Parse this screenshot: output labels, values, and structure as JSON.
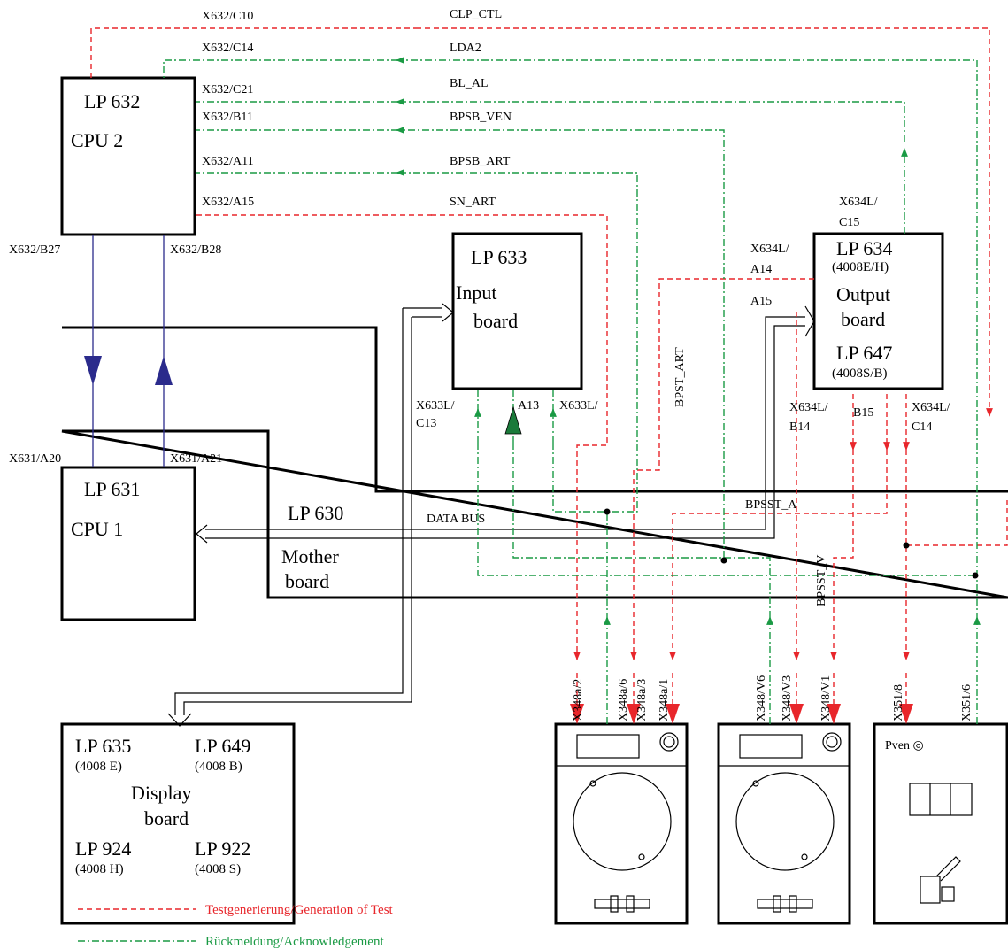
{
  "colors": {
    "test": "#e8262b",
    "ack": "#1a9a44",
    "bus": "#2b2b8c",
    "outline": "#000000"
  },
  "boards": {
    "cpu2": {
      "name": "LP 632",
      "sub": "CPU 2"
    },
    "cpu1": {
      "name": "LP 631",
      "sub": "CPU 1"
    },
    "input": {
      "name": "LP 633",
      "sub1": "Input",
      "sub2": "board"
    },
    "output": {
      "name": "LP 634",
      "code1": "(4008E/H)",
      "sub1": "Output",
      "sub2": "board",
      "name2": "LP 647",
      "code2": "(4008S/B)"
    },
    "mother": {
      "name": "LP 630",
      "sub1": "Mother",
      "sub2": "board"
    },
    "display": {
      "lp635": "LP 635",
      "c635": "(4008 E)",
      "lp649": "LP 649",
      "c649": "(4008 B)",
      "title1": "Display",
      "title2": "board",
      "lp924": "LP 924",
      "c924": "(4008 H)",
      "lp922": "LP 922",
      "c922": "(4008 S)"
    },
    "pven": {
      "name": "Pven ◎"
    }
  },
  "pins": {
    "c10": "X632/C10",
    "c14": "X632/C14",
    "c21": "X632/C21",
    "b11": "X632/B11",
    "a11": "X632/A11",
    "a15": "X632/A15",
    "b27": "X632/B27",
    "b28": "X632/B28",
    "a20": "X631/A20",
    "a21": "X631/A21",
    "x633c13a": "X633L/",
    "x633c13b": "C13",
    "a13": "A13",
    "x633b": "X633L/",
    "x634c15a": "X634L/",
    "x634c15b": "C15",
    "x634a14a": "X634L/",
    "x634a14b": "A14",
    "a15o": "A15",
    "x634b14a": "X634L/",
    "x634b14b": "B14",
    "b15": "B15",
    "x634c14a": "X634L/",
    "x634c14b": "C14",
    "x348a2": "X348a/2",
    "x348a6": "X348a/6",
    "x348a3": "X348a/3",
    "x348a1": "X348a/1",
    "x348v6": "X348/V6",
    "x348v3": "X348/V3",
    "x348v1": "X348/V1",
    "x3518": "X351/8",
    "x3516": "X351/6"
  },
  "signals": {
    "clp": "CLP_CTL",
    "lda2": "LDA2",
    "blal": "BL_AL",
    "bpsbven": "BPSB_VEN",
    "bpsbart": "BPSB_ART",
    "snart": "SN_ART",
    "bpstart": "BPST_ART",
    "databus": "DATA BUS",
    "bpssta": "BPSST_A",
    "bpsstv": "BPSST_V"
  },
  "legend": {
    "test": "Testgenerierung/Generation of Test",
    "ack": "Rückmeldung/Acknowledgement"
  }
}
